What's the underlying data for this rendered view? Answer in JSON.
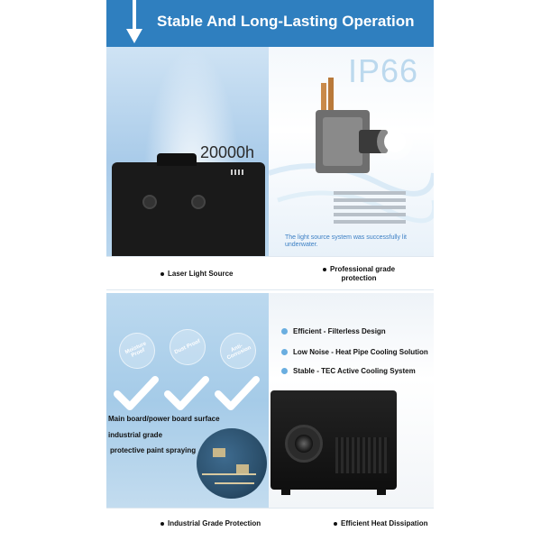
{
  "header": {
    "title": "Stable And Long-Lasting Operation",
    "color": "#2f7fbf"
  },
  "top_left_panel": {
    "hours_text": "20000h"
  },
  "top_right_panel": {
    "rating_text": "IP66",
    "caption": "The light source system was successfully lit underwater."
  },
  "top_labels": {
    "left": "Laser Light Source",
    "right_line1": "Professional grade",
    "right_line2": "protection"
  },
  "badges": [
    {
      "text": "Moisture Proof"
    },
    {
      "text": "Dust Proof"
    },
    {
      "text": "Anti-Corrosion"
    }
  ],
  "coating_lines": [
    "Main board/power board surface",
    "industrial grade",
    "protective paint spraying"
  ],
  "features": [
    {
      "text": "Efficient - Filterless Design"
    },
    {
      "text": "Low Noise - Heat Pipe Cooling Solution"
    },
    {
      "text": "Stable - TEC Active Cooling System"
    }
  ],
  "bottom_labels": {
    "left": "Industrial Grade Protection",
    "right": "Efficient Heat Dissipation"
  },
  "colors": {
    "accent_blue": "#2f7fbf",
    "feature_dot": "#6aaee0",
    "caption_blue": "#3b7fc4"
  }
}
